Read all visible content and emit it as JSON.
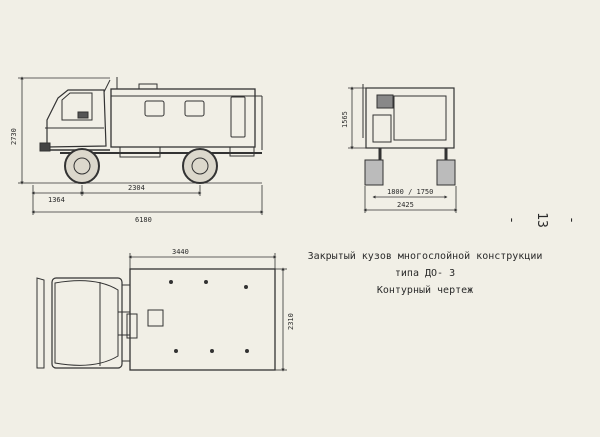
{
  "drawing": {
    "side_view": {
      "height_label": "2730",
      "rear_overhang_label": "1364",
      "wheelbase_label": "2304",
      "overall_length_label": "6180"
    },
    "front_view": {
      "body_height_label": "1565",
      "track_label": "1800 / 1750",
      "overall_width_label": "2425"
    },
    "plan_view": {
      "body_length_label": "3440",
      "body_width_label": "2310"
    }
  },
  "caption": {
    "line1": "Закрытый кузов многослойной конструкции",
    "line2": "типа ДО- 3",
    "line3": "Контурный чертеж"
  },
  "page_number": "- 13 -"
}
